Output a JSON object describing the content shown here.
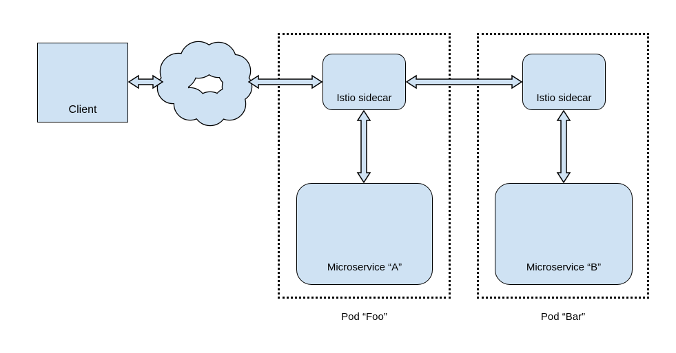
{
  "client": {
    "label": "Client"
  },
  "cloud": {
    "icon": "network-cloud"
  },
  "pods": [
    {
      "label": "Pod “Foo”",
      "sidecar": "Istio sidecar",
      "service": "Microservice “A”"
    },
    {
      "label": "Pod “Bar”",
      "sidecar": "Istio sidecar",
      "service": "Microservice “B”"
    }
  ],
  "colors": {
    "shape_fill": "#cfe2f3",
    "shape_stroke": "#000000",
    "background": "#ffffff",
    "text": "#000000"
  }
}
